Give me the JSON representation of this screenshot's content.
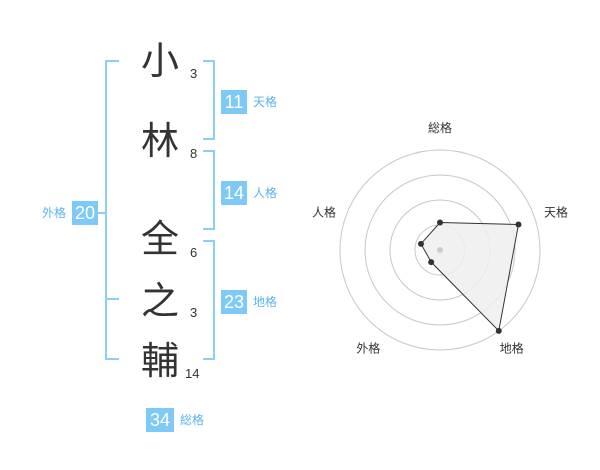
{
  "name": {
    "characters": [
      {
        "char": "小",
        "strokes": "3"
      },
      {
        "char": "林",
        "strokes": "8"
      },
      {
        "char": "全",
        "strokes": "6"
      },
      {
        "char": "之",
        "strokes": "3"
      },
      {
        "char": "輔",
        "strokes": "14"
      }
    ]
  },
  "fortunes": {
    "tenkaku": {
      "label": "天格",
      "value": "11"
    },
    "jinkaku": {
      "label": "人格",
      "value": "14"
    },
    "chikaku": {
      "label": "地格",
      "value": "23"
    },
    "gaikaku": {
      "label": "外格",
      "value": "20"
    },
    "soukaku": {
      "label": "総格",
      "value": "34"
    }
  },
  "colors": {
    "accent": "#7fc9f6",
    "bracket": "#8ccff5",
    "text": "#333333"
  },
  "chart_data": {
    "type": "radar",
    "axes": [
      "総格",
      "天格",
      "地格",
      "外格",
      "人格"
    ],
    "rings": 4,
    "max": 4,
    "values": [
      1.1,
      3.3,
      4.0,
      0.6,
      0.8
    ]
  }
}
